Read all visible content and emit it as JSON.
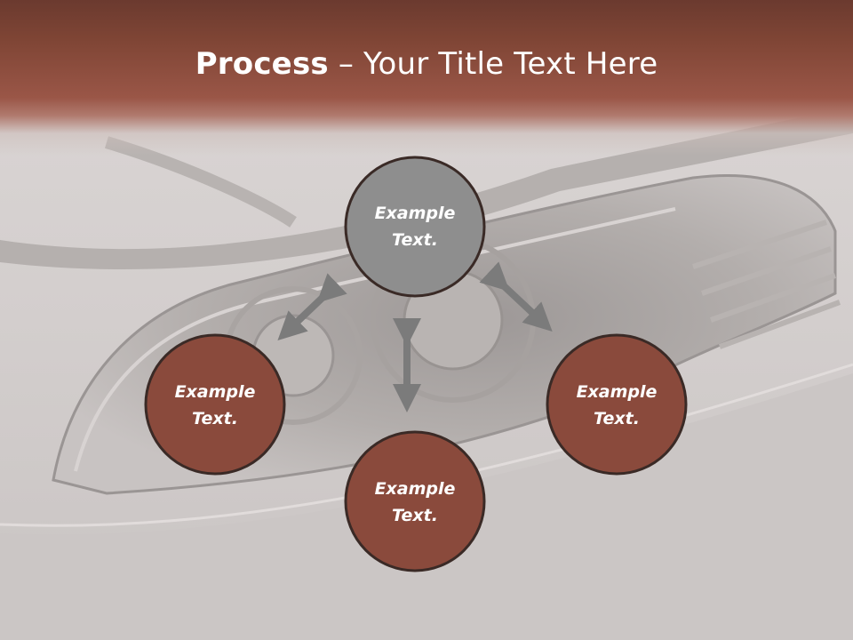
{
  "title": {
    "bold": "Process",
    "rest": " – Your Title Text Here"
  },
  "colors": {
    "band": "#7f4535",
    "node_brown": "#8a4a3c",
    "node_gray": "#8e8e8e",
    "node_stroke": "#3a2a26",
    "arrow": "#7b7b7b"
  },
  "nodes": {
    "top": {
      "line1": "Example",
      "line2": "Text."
    },
    "left": {
      "line1": "Example",
      "line2": "Text."
    },
    "bottom": {
      "line1": "Example",
      "line2": "Text."
    },
    "right": {
      "line1": "Example",
      "line2": "Text."
    }
  }
}
